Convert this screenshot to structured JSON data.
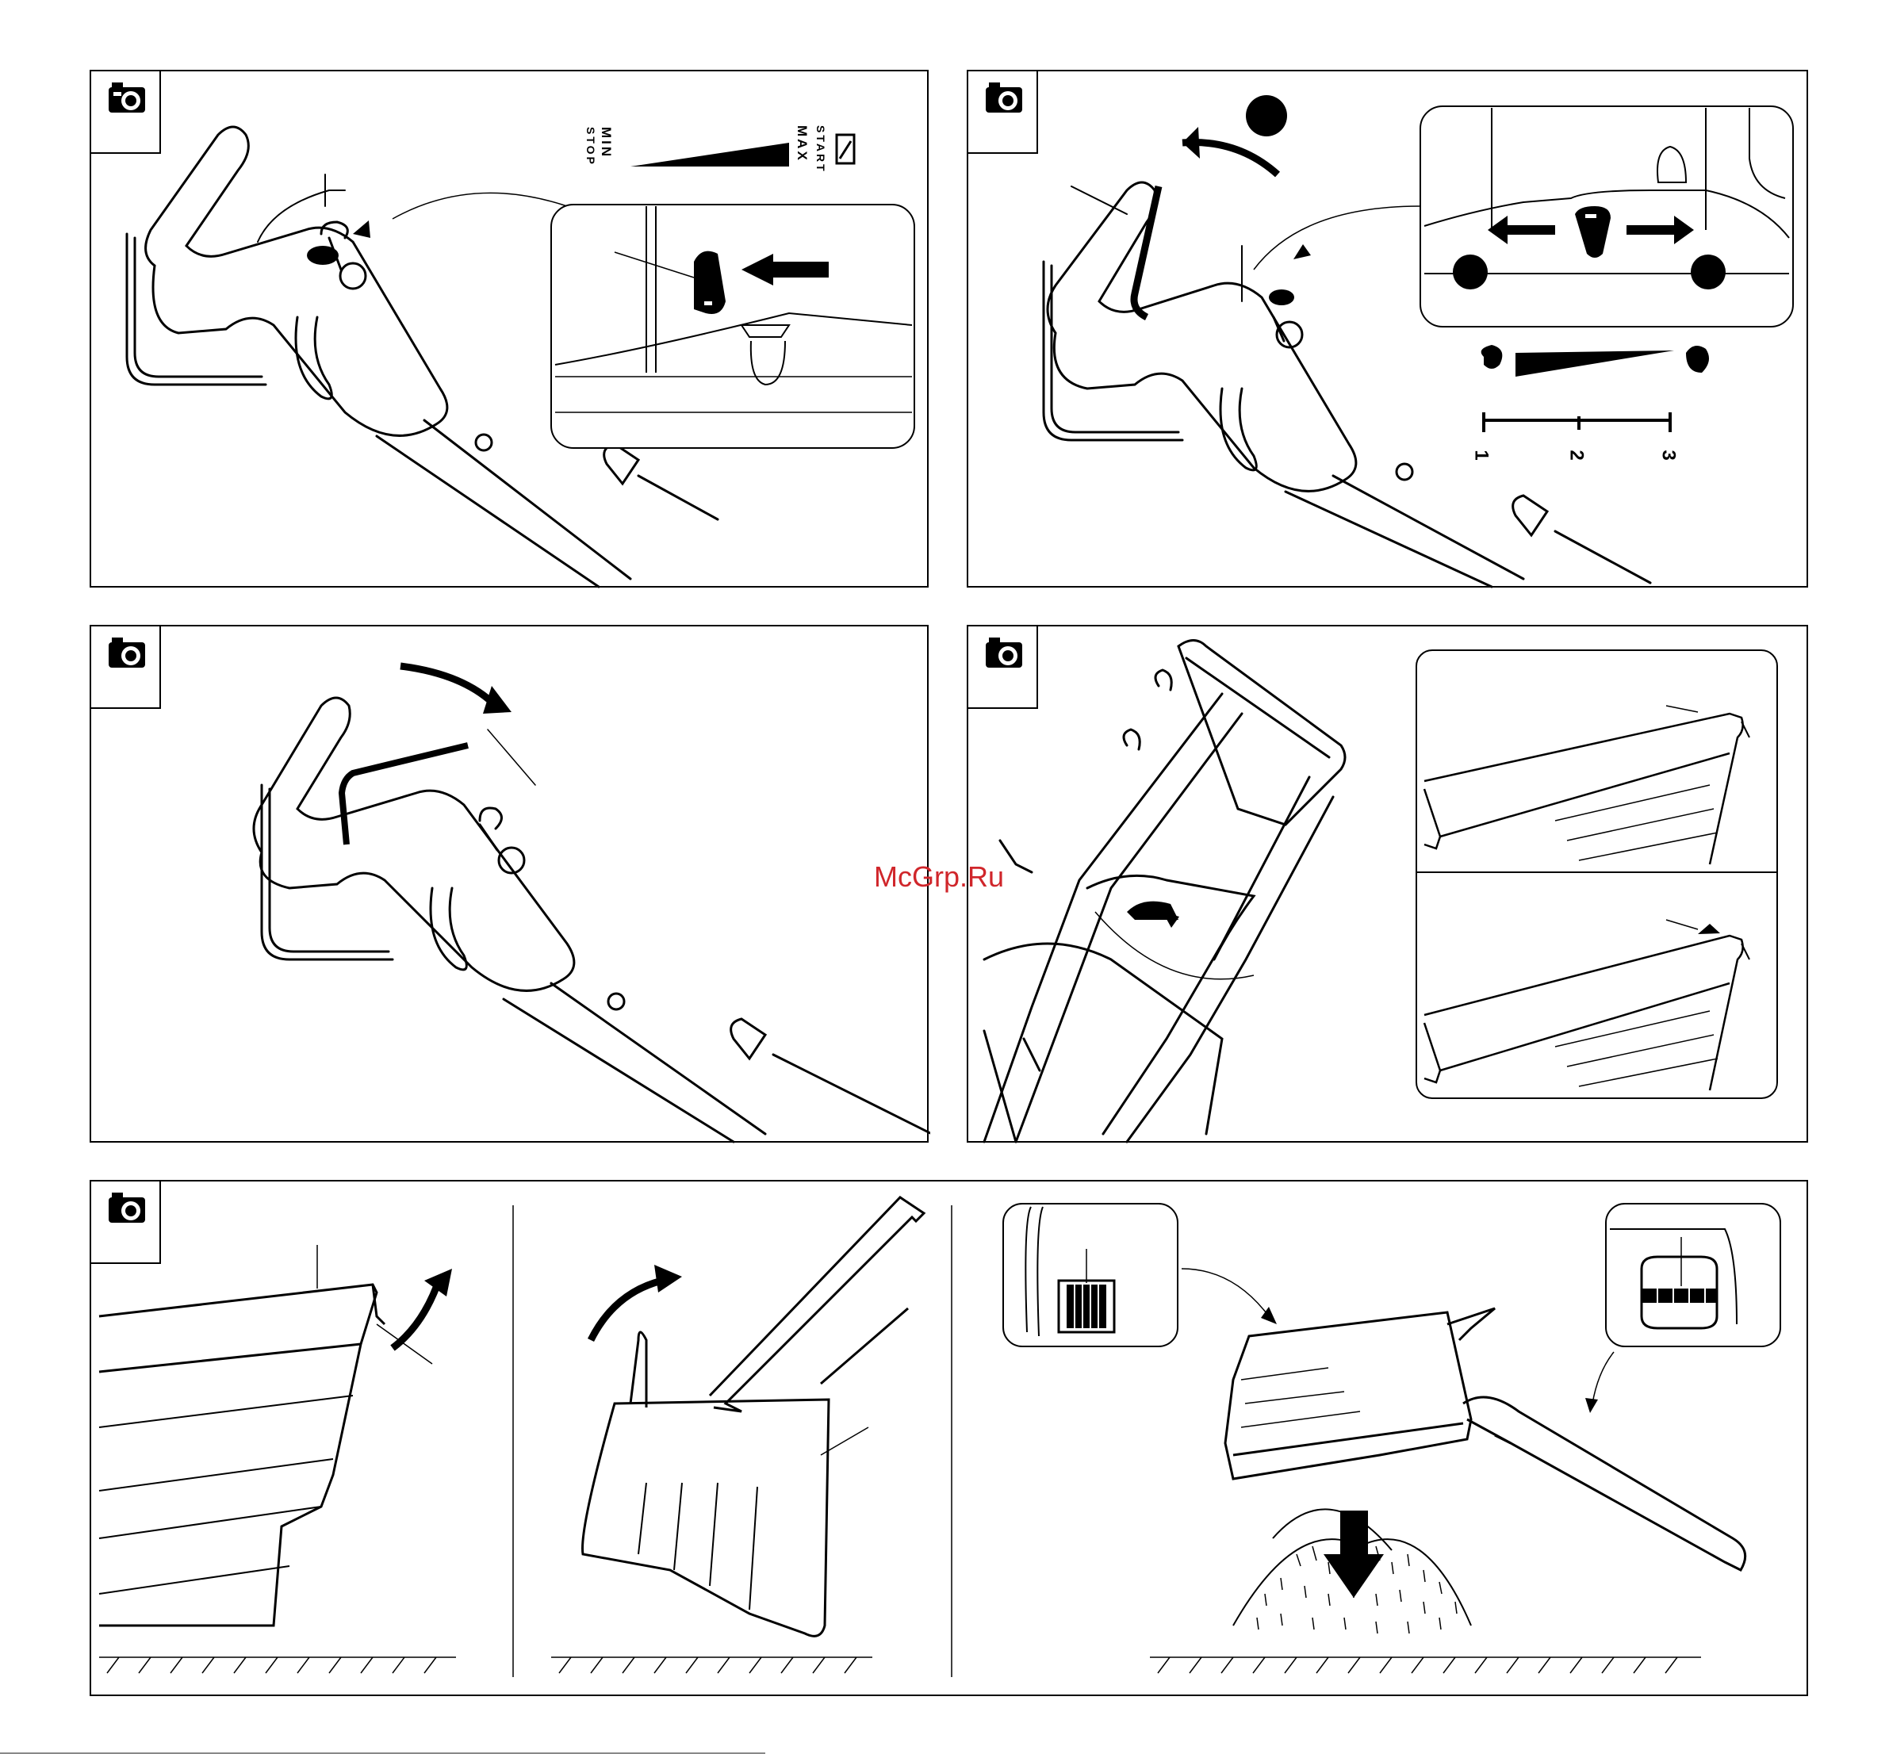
{
  "panels": {
    "p1": {
      "camera_icon": "camera-icon",
      "throttle": {
        "stop_min": [
          "MIN",
          "STOP"
        ],
        "start_max": [
          "MAX",
          "START"
        ],
        "choke_icon": "choke-icon"
      }
    },
    "p2": {
      "camera_icon": "camera-icon",
      "speed_scale": [
        "1",
        "2",
        "3"
      ],
      "slow_icon": "hare-icon",
      "fast_icon": "tortoise-icon"
    },
    "p3": {
      "camera_icon": "camera-icon"
    },
    "p4": {
      "camera_icon": "camera-icon"
    },
    "p5": {
      "camera_icon": "camera-icon"
    }
  },
  "watermark": "McGrp.Ru"
}
